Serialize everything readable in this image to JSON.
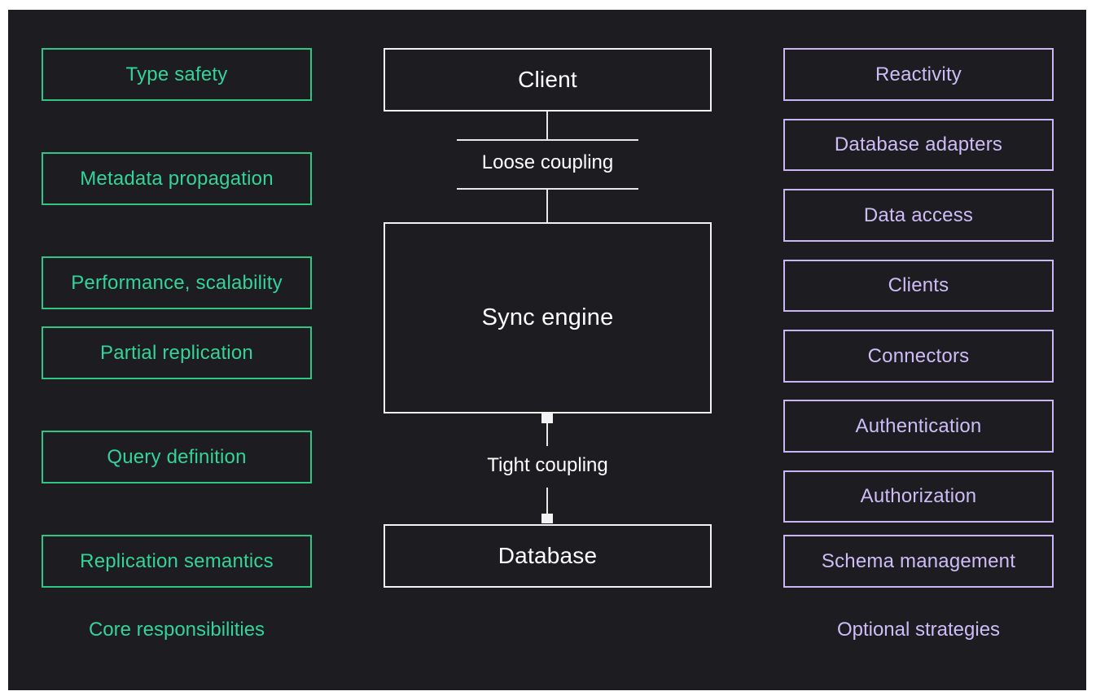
{
  "core": {
    "items": [
      "Type safety",
      "Metadata propagation",
      "Performance, scalability",
      "Partial replication",
      "Query definition",
      "Replication semantics"
    ],
    "caption": "Core responsibilities"
  },
  "center": {
    "client": "Client",
    "loose_coupling": "Loose coupling",
    "sync_engine": "Sync engine",
    "tight_coupling": "Tight coupling",
    "database": "Database"
  },
  "optional": {
    "items": [
      "Reactivity",
      "Database adapters",
      "Data access",
      "Clients",
      "Connectors",
      "Authentication",
      "Authorization",
      "Schema management"
    ],
    "caption": "Optional strategies"
  },
  "colors": {
    "background": "#1d1c20",
    "core_accent": "#34d399",
    "optional_accent": "#cdbdf7",
    "center_stroke": "#f2f2f2"
  }
}
